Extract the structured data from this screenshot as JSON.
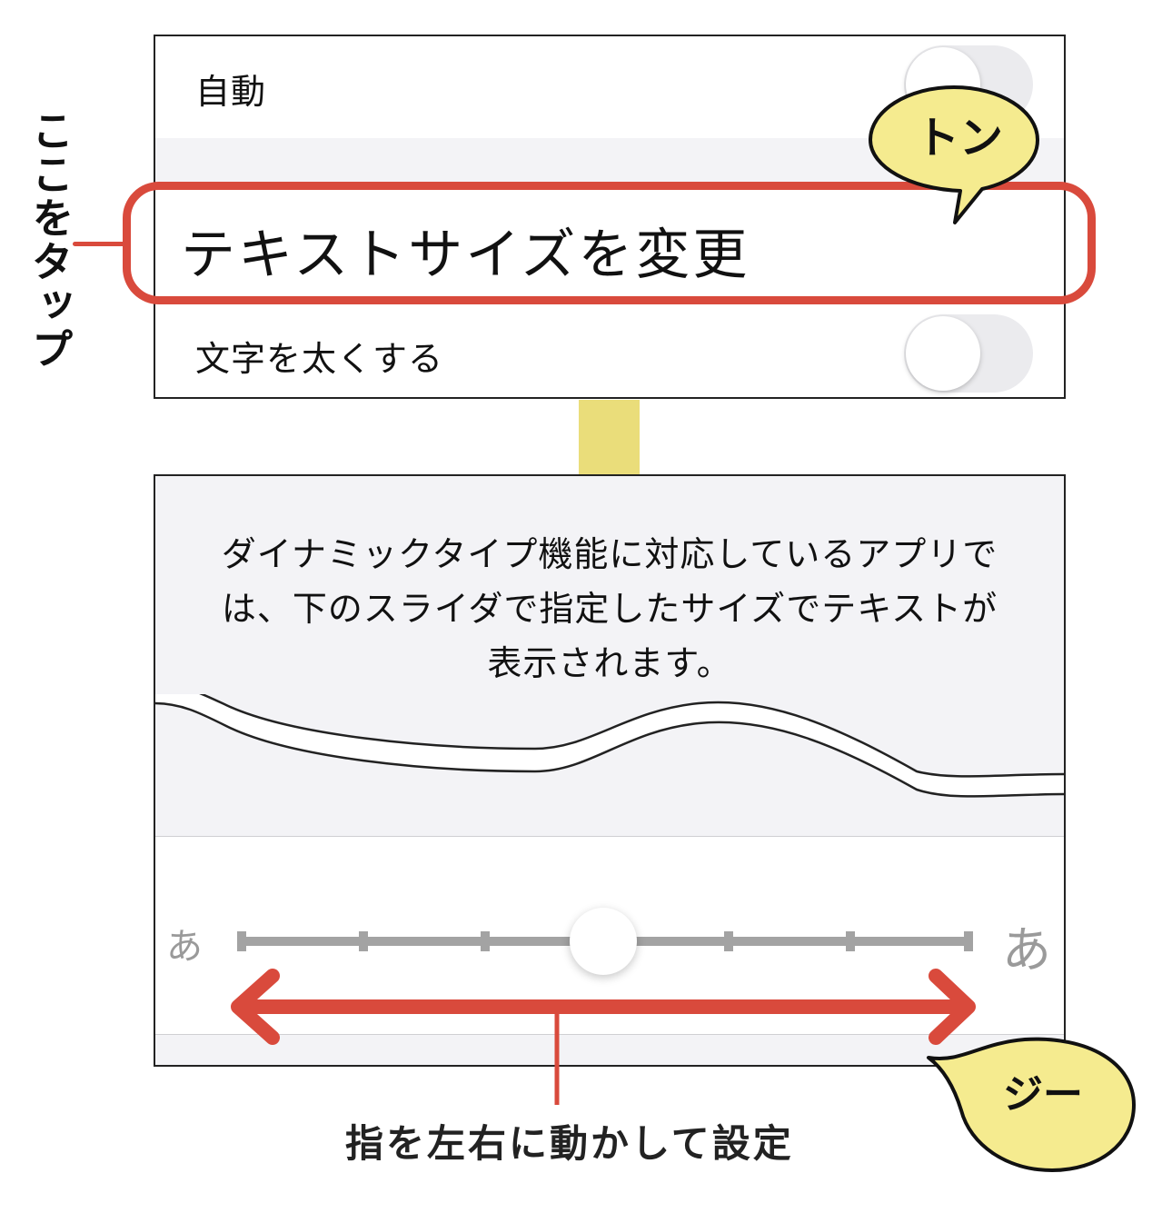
{
  "settings_panel": {
    "rows": [
      {
        "label": "自動",
        "toggle": "off"
      },
      {
        "label": "テキストサイズを変更"
      },
      {
        "label": "文字を太くする",
        "toggle": "off"
      }
    ]
  },
  "annotations": {
    "tap_label": "ここをタップ",
    "tap_sound": "トン",
    "drag_sound": "ジー",
    "drag_instruction": "指を左右に動かして設定",
    "highlight_color": "#d94a3c",
    "bubble_color": "#f5eb8f",
    "connector_color": "#eadd7a"
  },
  "text_size_screen": {
    "description": "ダイナミックタイプ機能に対応しているアプリでは、下のスライダで指定したサイズでテキストが表示されます。",
    "slider": {
      "min_glyph": "あ",
      "max_glyph": "あ",
      "steps": 7,
      "current_step": 4
    }
  }
}
